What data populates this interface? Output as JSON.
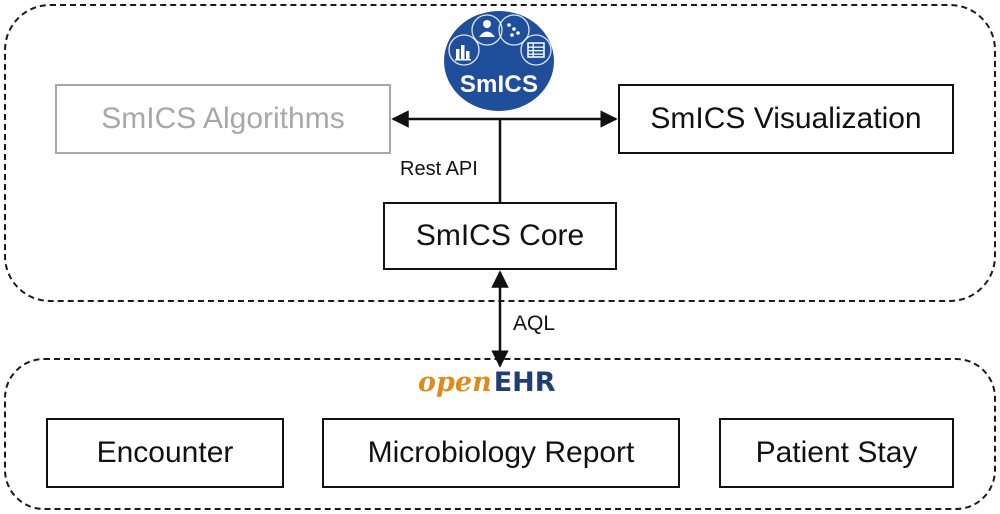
{
  "logo": {
    "text": "SmICS",
    "icons": [
      "bar-chart-icon",
      "person-icon",
      "scatter-icon",
      "table-icon"
    ],
    "color": "#1f4e9a"
  },
  "boxes": {
    "algorithms": "SmICS Algorithms",
    "visualization": "SmICS Visualization",
    "core": "SmICS Core",
    "encounter": "Encounter",
    "microbiology": "Microbiology Report",
    "patient_stay": "Patient Stay"
  },
  "edges": {
    "rest_api": "Rest API",
    "aql": "AQL"
  },
  "openehr": {
    "part_open": "open",
    "part_ehr": "EHR",
    "color_open": "#e08a1e",
    "color_ehr": "#1f3f73"
  },
  "colors": {
    "inactive_box": "#a8a8a8",
    "border": "#111111"
  }
}
